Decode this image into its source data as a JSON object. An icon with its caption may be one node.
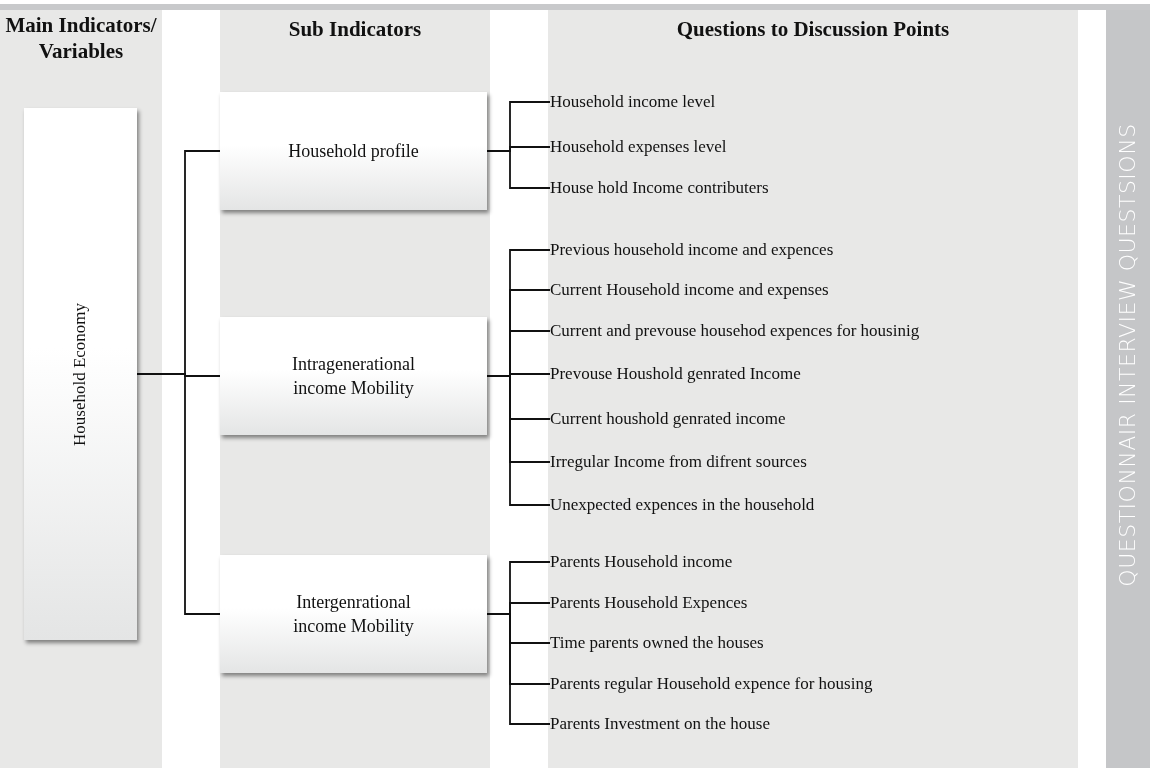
{
  "diagram": {
    "nodes": [
      {
        "text": [
          "Household Economy"
        ]
      },
      {
        "text": [
          "Household profile"
        ]
      },
      {
        "text": [
          "Intragenerational income Mobility"
        ]
      },
      {
        "text": [
          "Intergenrational income Mobility"
        ]
      },
      {
        "text": [
          "Household income level"
        ]
      },
      {
        "text": [
          "Household expenses level"
        ]
      },
      {
        "text": [
          "House hold Income contributers"
        ]
      },
      {
        "text": [
          "Previous household income and expences"
        ]
      },
      {
        "text": [
          "Current Household income and expenses"
        ]
      },
      {
        "text": [
          "Current and prevouse househod expences for housinig"
        ]
      },
      {
        "text": [
          "Prevouse Houshold genrated Income"
        ]
      },
      {
        "text": [
          "Current houshold genrated income"
        ]
      },
      {
        "text": [
          "Irregular Income from difrent sources"
        ]
      },
      {
        "text": [
          "Unexpected expences in the household"
        ]
      },
      {
        "text": [
          "Parents Household income"
        ]
      },
      {
        "text": [
          "Parents Household Expences"
        ]
      },
      {
        "text": [
          "Time parents owned the houses"
        ]
      },
      {
        "text": [
          "Parents regular Household expence for  housing"
        ]
      },
      {
        "text": [
          "Parents Investment on the house"
        ]
      }
    ],
    "edges": [
      {
        "from": 0,
        "to": 1,
        "arrow": "none"
      },
      {
        "from": 0,
        "to": 2,
        "arrow": "none"
      },
      {
        "from": 0,
        "to": 3,
        "arrow": "none"
      },
      {
        "from": 1,
        "to": 4,
        "arrow": "none"
      },
      {
        "from": 1,
        "to": 5,
        "arrow": "none"
      },
      {
        "from": 1,
        "to": 6,
        "arrow": "none"
      },
      {
        "from": 2,
        "to": 7,
        "arrow": "none"
      },
      {
        "from": 2,
        "to": 8,
        "arrow": "none"
      },
      {
        "from": 2,
        "to": 9,
        "arrow": "none"
      },
      {
        "from": 2,
        "to": 10,
        "arrow": "none"
      },
      {
        "from": 2,
        "to": 11,
        "arrow": "none"
      },
      {
        "from": 2,
        "to": 12,
        "arrow": "none"
      },
      {
        "from": 2,
        "to": 13,
        "arrow": "none"
      },
      {
        "from": 3,
        "to": 14,
        "arrow": "none"
      },
      {
        "from": 3,
        "to": 15,
        "arrow": "none"
      },
      {
        "from": 3,
        "to": 16,
        "arrow": "none"
      },
      {
        "from": 3,
        "to": 17,
        "arrow": "none"
      },
      {
        "from": 3,
        "to": 18,
        "arrow": "none"
      }
    ],
    "labels": [
      "Main Indicators/ Variables",
      "Sub Indicators",
      "Questions to Discussion Points",
      "QUESTIONNAIR INTERVIEW QUESTSIONS"
    ]
  }
}
